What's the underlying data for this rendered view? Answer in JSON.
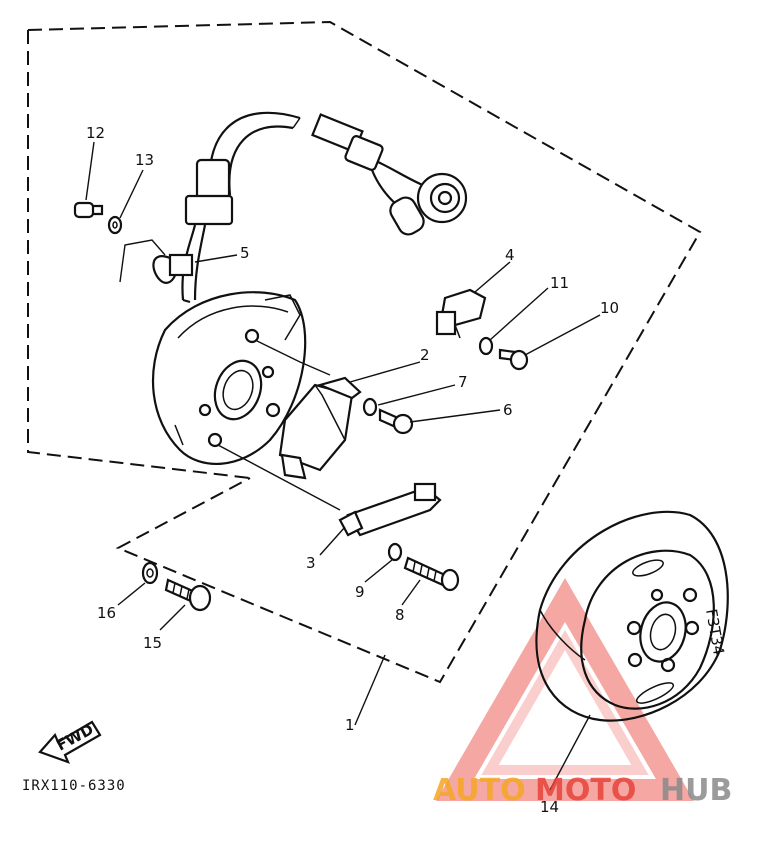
{
  "diagram_code": "IRX110-6330",
  "fwd_label": "FWD",
  "watermark": {
    "brand_part1": "AUTO",
    "brand_part2": "MOTO",
    "brand_part3": "HUB",
    "colors": {
      "orange": "#f5a623",
      "red": "#e8433a",
      "gray": "#8a8a8a"
    }
  },
  "parts": {
    "p1": "1",
    "p2": "2",
    "p3": "3",
    "p4": "4",
    "p5": "5",
    "p6": "6",
    "p7": "7",
    "p8": "8",
    "p9": "9",
    "p10": "10",
    "p11": "11",
    "p12": "12",
    "p13": "13",
    "p14": "14",
    "p15": "15",
    "p16": "16"
  },
  "rotor_marking": "F3T34"
}
